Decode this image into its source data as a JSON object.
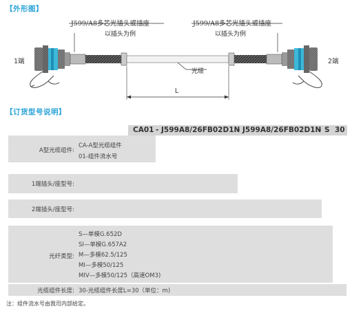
{
  "outline": {
    "section_title": "【外形图】",
    "callout_left_line1": "J599/A8多芯光插头或插座",
    "callout_left_line2": "以插头为例",
    "callout_right_line1": "J599/A8多芯光插头或插座",
    "callout_right_line2": "以插头为例",
    "end1": "1端",
    "end2": "2端",
    "cable_label": "光缆",
    "length_label": "L"
  },
  "ordering": {
    "section_title": "【订货型号说明】",
    "code": {
      "part1": "CA01",
      "sep1": "-",
      "part2": "J599A8/26FB02D1N",
      "sep2": "-",
      "part3": "J599A8/26FB02D1N",
      "sep3": "-",
      "part4": "S",
      "part5": "30"
    },
    "rows": [
      {
        "label": "A型光缆组件:",
        "items": [
          "CA-A型光缆组件",
          "01-组件流水号"
        ]
      },
      {
        "label": "1端插头/座型号:",
        "items": []
      },
      {
        "label": "2端插头/座型号:",
        "items": []
      },
      {
        "label": "光纤类型:",
        "items": [
          "S—单模G.652D",
          "SI—单模G.657A2",
          "M—多模62.5/125",
          "MI—多模50/125",
          "MIV—多模50/125（高速OM3)"
        ]
      },
      {
        "label": "光缆组件长度:",
        "items": [
          "30-光缆组件长度L=30（单位：m)"
        ]
      }
    ],
    "note": "注：组件流水号由我司内部给定。"
  },
  "colors": {
    "accent": "#2aa3d6",
    "connector_blue": "#3db8d9",
    "panel_grey": "#dedede",
    "code_bar": "#d4d4d4"
  }
}
